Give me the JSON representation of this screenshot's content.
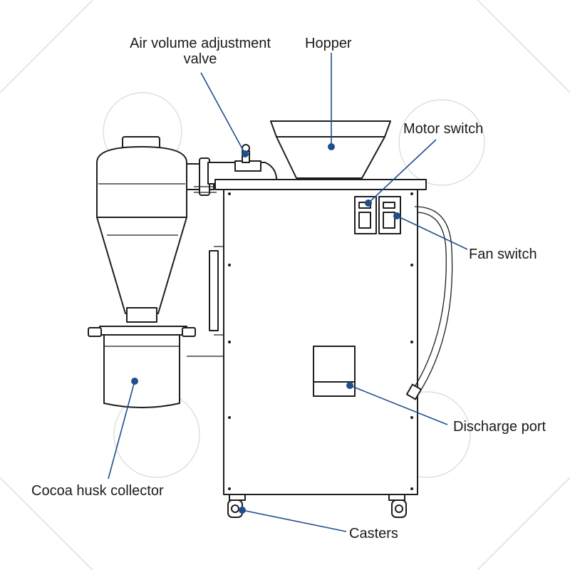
{
  "labels": {
    "air_valve_line1": "Air volume adjustment",
    "air_valve_line2": "valve",
    "hopper": "Hopper",
    "motor_switch": "Motor switch",
    "fan_switch": "Fan switch",
    "discharge_port": "Discharge port",
    "cocoa_husk_collector": "Cocoa husk collector",
    "casters": "Casters"
  },
  "colors": {
    "leader_line": "#1f4e8c",
    "outline": "#1e1e1e"
  }
}
